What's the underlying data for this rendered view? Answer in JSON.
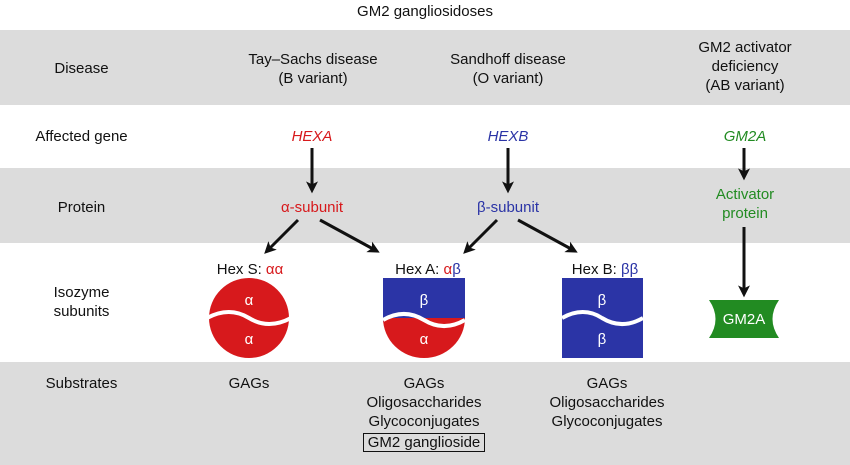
{
  "title": "GM2 gangliosidoses",
  "rows": {
    "disease": "Disease",
    "gene": "Affected gene",
    "protein": "Protein",
    "isozyme": [
      "Isozyme",
      "subunits"
    ],
    "substrates": "Substrates"
  },
  "diseases": {
    "tay_sachs": [
      "Tay–Sachs disease",
      "(B variant)"
    ],
    "sandhoff": [
      "Sandhoff disease",
      "(O variant)"
    ],
    "activator": [
      "GM2 activator",
      "deficiency",
      "(AB variant)"
    ]
  },
  "genes": {
    "hexa": "HEXA",
    "hexb": "HEXB",
    "gm2a": "GM2A"
  },
  "proteins": {
    "alpha": "α-subunit",
    "beta": "β-subunit",
    "activator": [
      "Activator",
      "protein"
    ]
  },
  "isozymes": {
    "hex_s": {
      "prefix": "Hex S: ",
      "suffix": "αα",
      "top": "α",
      "bottom": "α"
    },
    "hex_a": {
      "prefix": "Hex A: ",
      "suffix": "αβ",
      "top": "β",
      "bottom": "α"
    },
    "hex_b": {
      "prefix": "Hex B: ",
      "suffix": "ββ",
      "top": "β",
      "bottom": "β"
    },
    "gm2a": "GM2A"
  },
  "substrates": {
    "hex_s": [
      "GAGs"
    ],
    "hex_a": [
      "GAGs",
      "Oligosaccharides",
      "Glycoconjugates"
    ],
    "hex_a_boxed": "GM2 ganglioside",
    "hex_b": [
      "GAGs",
      "Oligosaccharides",
      "Glycoconjugates"
    ]
  },
  "colors": {
    "alpha_red": "#d7191c",
    "beta_blue": "#2b34a6",
    "activator_green": "#228b22",
    "band_gray": "#dcdcdc"
  }
}
